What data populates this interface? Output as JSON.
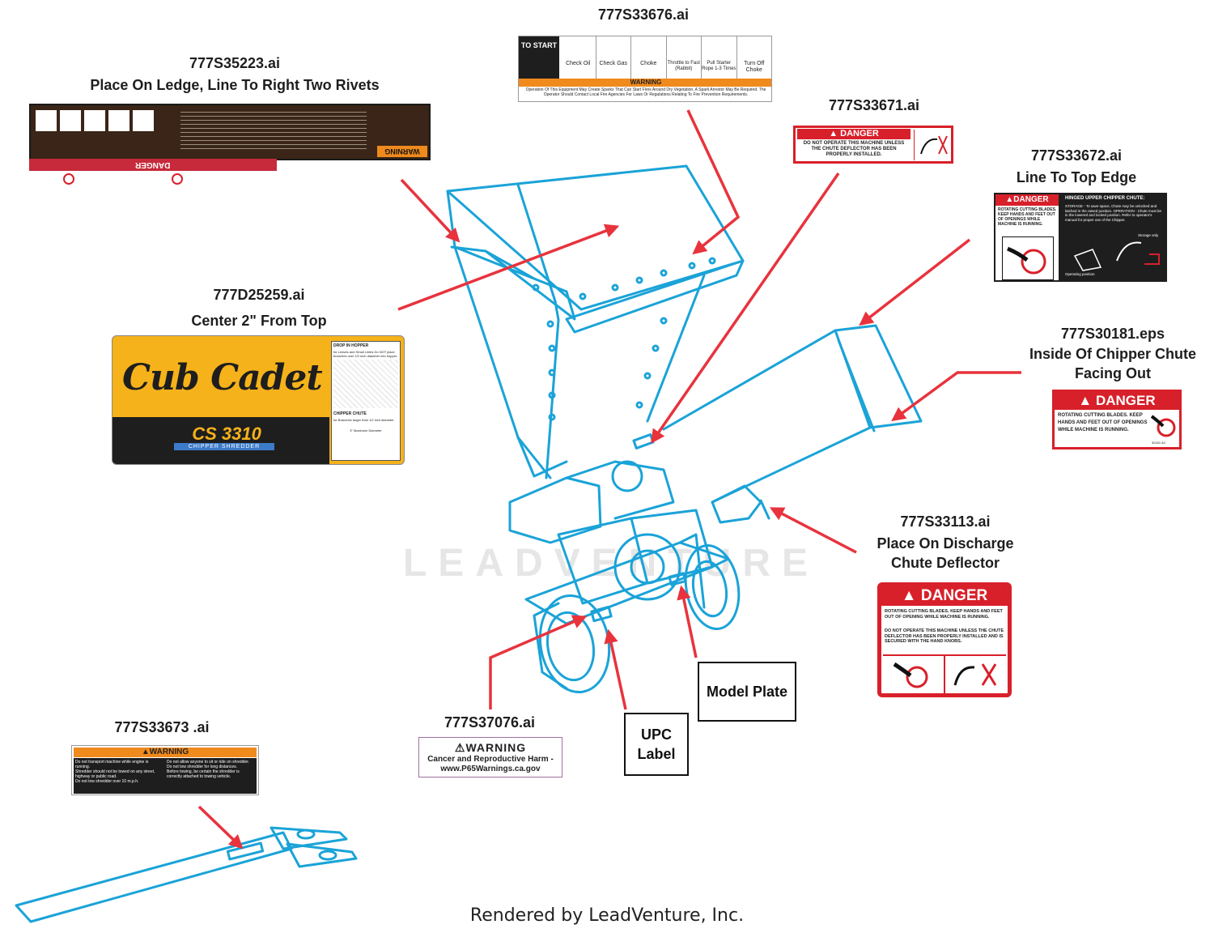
{
  "colors": {
    "outline": "#1aa3d8",
    "arrow": "#e8333d",
    "danger_red": "#d8202a",
    "warning_orange": "#f08a1d",
    "cubcadet_yellow": "#f6b21a",
    "dark": "#1e1e1e"
  },
  "labels": {
    "l_35223": {
      "part": "777S35223.ai",
      "note": "Place On Ledge, Line To Right Two Rivets",
      "decal_heading": "WARNING",
      "decal_footer": "DANGER"
    },
    "l_33676": {
      "part": "777S33676.ai",
      "start": "TO START",
      "steps": [
        "Check Oil",
        "Check Gas",
        "Choke",
        "Throttle to Fast (Rabbit)",
        "Pull Starter Rope 1-3 Times",
        "Turn Off Choke"
      ],
      "warning_title": "WARNING",
      "warning_text": "Operation Of This Equipment May Create Sparks That Can Start Fires Around Dry Vegetation. A Spark Arrestor May Be Required. The Operator Should Contact Local Fire Agencies For Laws Or Regulations Relating To Fire Prevention Requirements."
    },
    "l_33671": {
      "part": "777S33671.ai",
      "title": "DANGER",
      "text": "DO NOT OPERATE THIS MACHINE UNLESS THE CHUTE DEFLECTOR HAS BEEN PROPERLY INSTALLED."
    },
    "l_33672": {
      "part": "777S33672.ai",
      "note": "Line To Top Edge",
      "title": "DANGER",
      "text": "ROTATING CUTTING BLADES. KEEP HANDS AND FEET OUT OF OPENINGS WHILE MACHINE IS RUNNING.",
      "right_title": "HINGED UPPER CHIPPER CHUTE:",
      "right_text": "STORAGE - To save space, Chute may be unlocked and latched in the raised position. OPERATION - Chute must be in the lowered and locked position. Refer to operator's manual for proper use of the Chipper.",
      "storage": "Storage only",
      "operating": "Operating position"
    },
    "l_30181": {
      "part": "777S30181.eps",
      "note": "Inside Of Chipper Chute Facing Out",
      "title": "DANGER",
      "text": "ROTATING CUTTING BLADES. KEEP HANDS AND FEET OUT OF OPENINGS WHILE MACHINE IS RUNNING.",
      "code": "30181 AC"
    },
    "l_25259": {
      "part": "777D25259.ai",
      "note": "Center 2\" From Top",
      "brand": "Cub Cadet",
      "model": "CS 3310",
      "sub": "CHIPPER SHREDDER",
      "drop": "DROP IN HOPPER",
      "drop_text": "for Leaves and Small Limbs Do NOT place branches over 1/2 inch diameter into hopper.",
      "chipper": "CHIPPER CHUTE",
      "chipper_text": "for Branches larger than 1/2 inch diameter.",
      "size": "3\" Maximum Diameter"
    },
    "l_33113": {
      "part": "777S33113.ai",
      "note": "Place On Discharge Chute Deflector",
      "title": "DANGER",
      "text1": "ROTATING CUTTING BLADES. KEEP HANDS AND FEET OUT OF OPENING WHILE MACHINE IS RUNNING.",
      "text2": "DO NOT OPERATE THIS MACHINE UNLESS THE CHUTE DEFLECTOR HAS BEEN PROPERLY INSTALLED AND IS SECURED WITH THE HAND KNOBS."
    },
    "l_33673": {
      "part": "777S33673 .ai",
      "title": "WARNING",
      "col1": [
        "Do not transport machine while engine is running.",
        "Shredder should not be towed on any street, highway or public road.",
        "Do not tow shredder over 10 m.p.h."
      ],
      "col2": [
        "Do not allow anyone to sit or ride on shredder.",
        "Do not tow shredder for long distances.",
        "Before towing, be certain the shredder is correctly attached to towing vehicle."
      ]
    },
    "l_37076": {
      "part": "777S37076.ai",
      "title": "WARNING",
      "line1": "Cancer and Reproductive Harm -",
      "line2": "www.P65Warnings.ca.gov"
    }
  },
  "boxes": {
    "model_plate": "Model Plate",
    "upc": "UPC Label"
  },
  "watermark": "LEADVENTURE",
  "footer": "Rendered by LeadVenture, Inc."
}
